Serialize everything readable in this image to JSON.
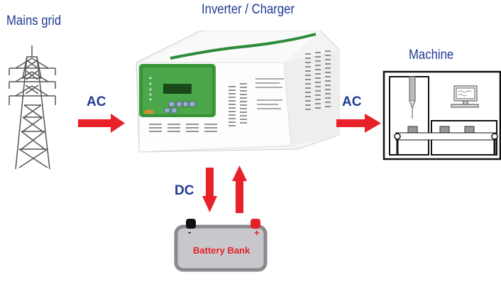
{
  "labels": {
    "mains_grid": "Mains grid",
    "inverter_charger": "Inverter / Charger",
    "machine": "Machine",
    "ac_in": "AC",
    "ac_out": "AC",
    "dc": "DC",
    "battery_bank": "Battery Bank",
    "battery_minus": "-",
    "battery_plus": "+"
  },
  "colors": {
    "label_blue": "#1f3a93",
    "arrow_red": "#e8202a",
    "inverter_green": "#3a9a3a",
    "battery_gray": "#c8c8cc"
  }
}
